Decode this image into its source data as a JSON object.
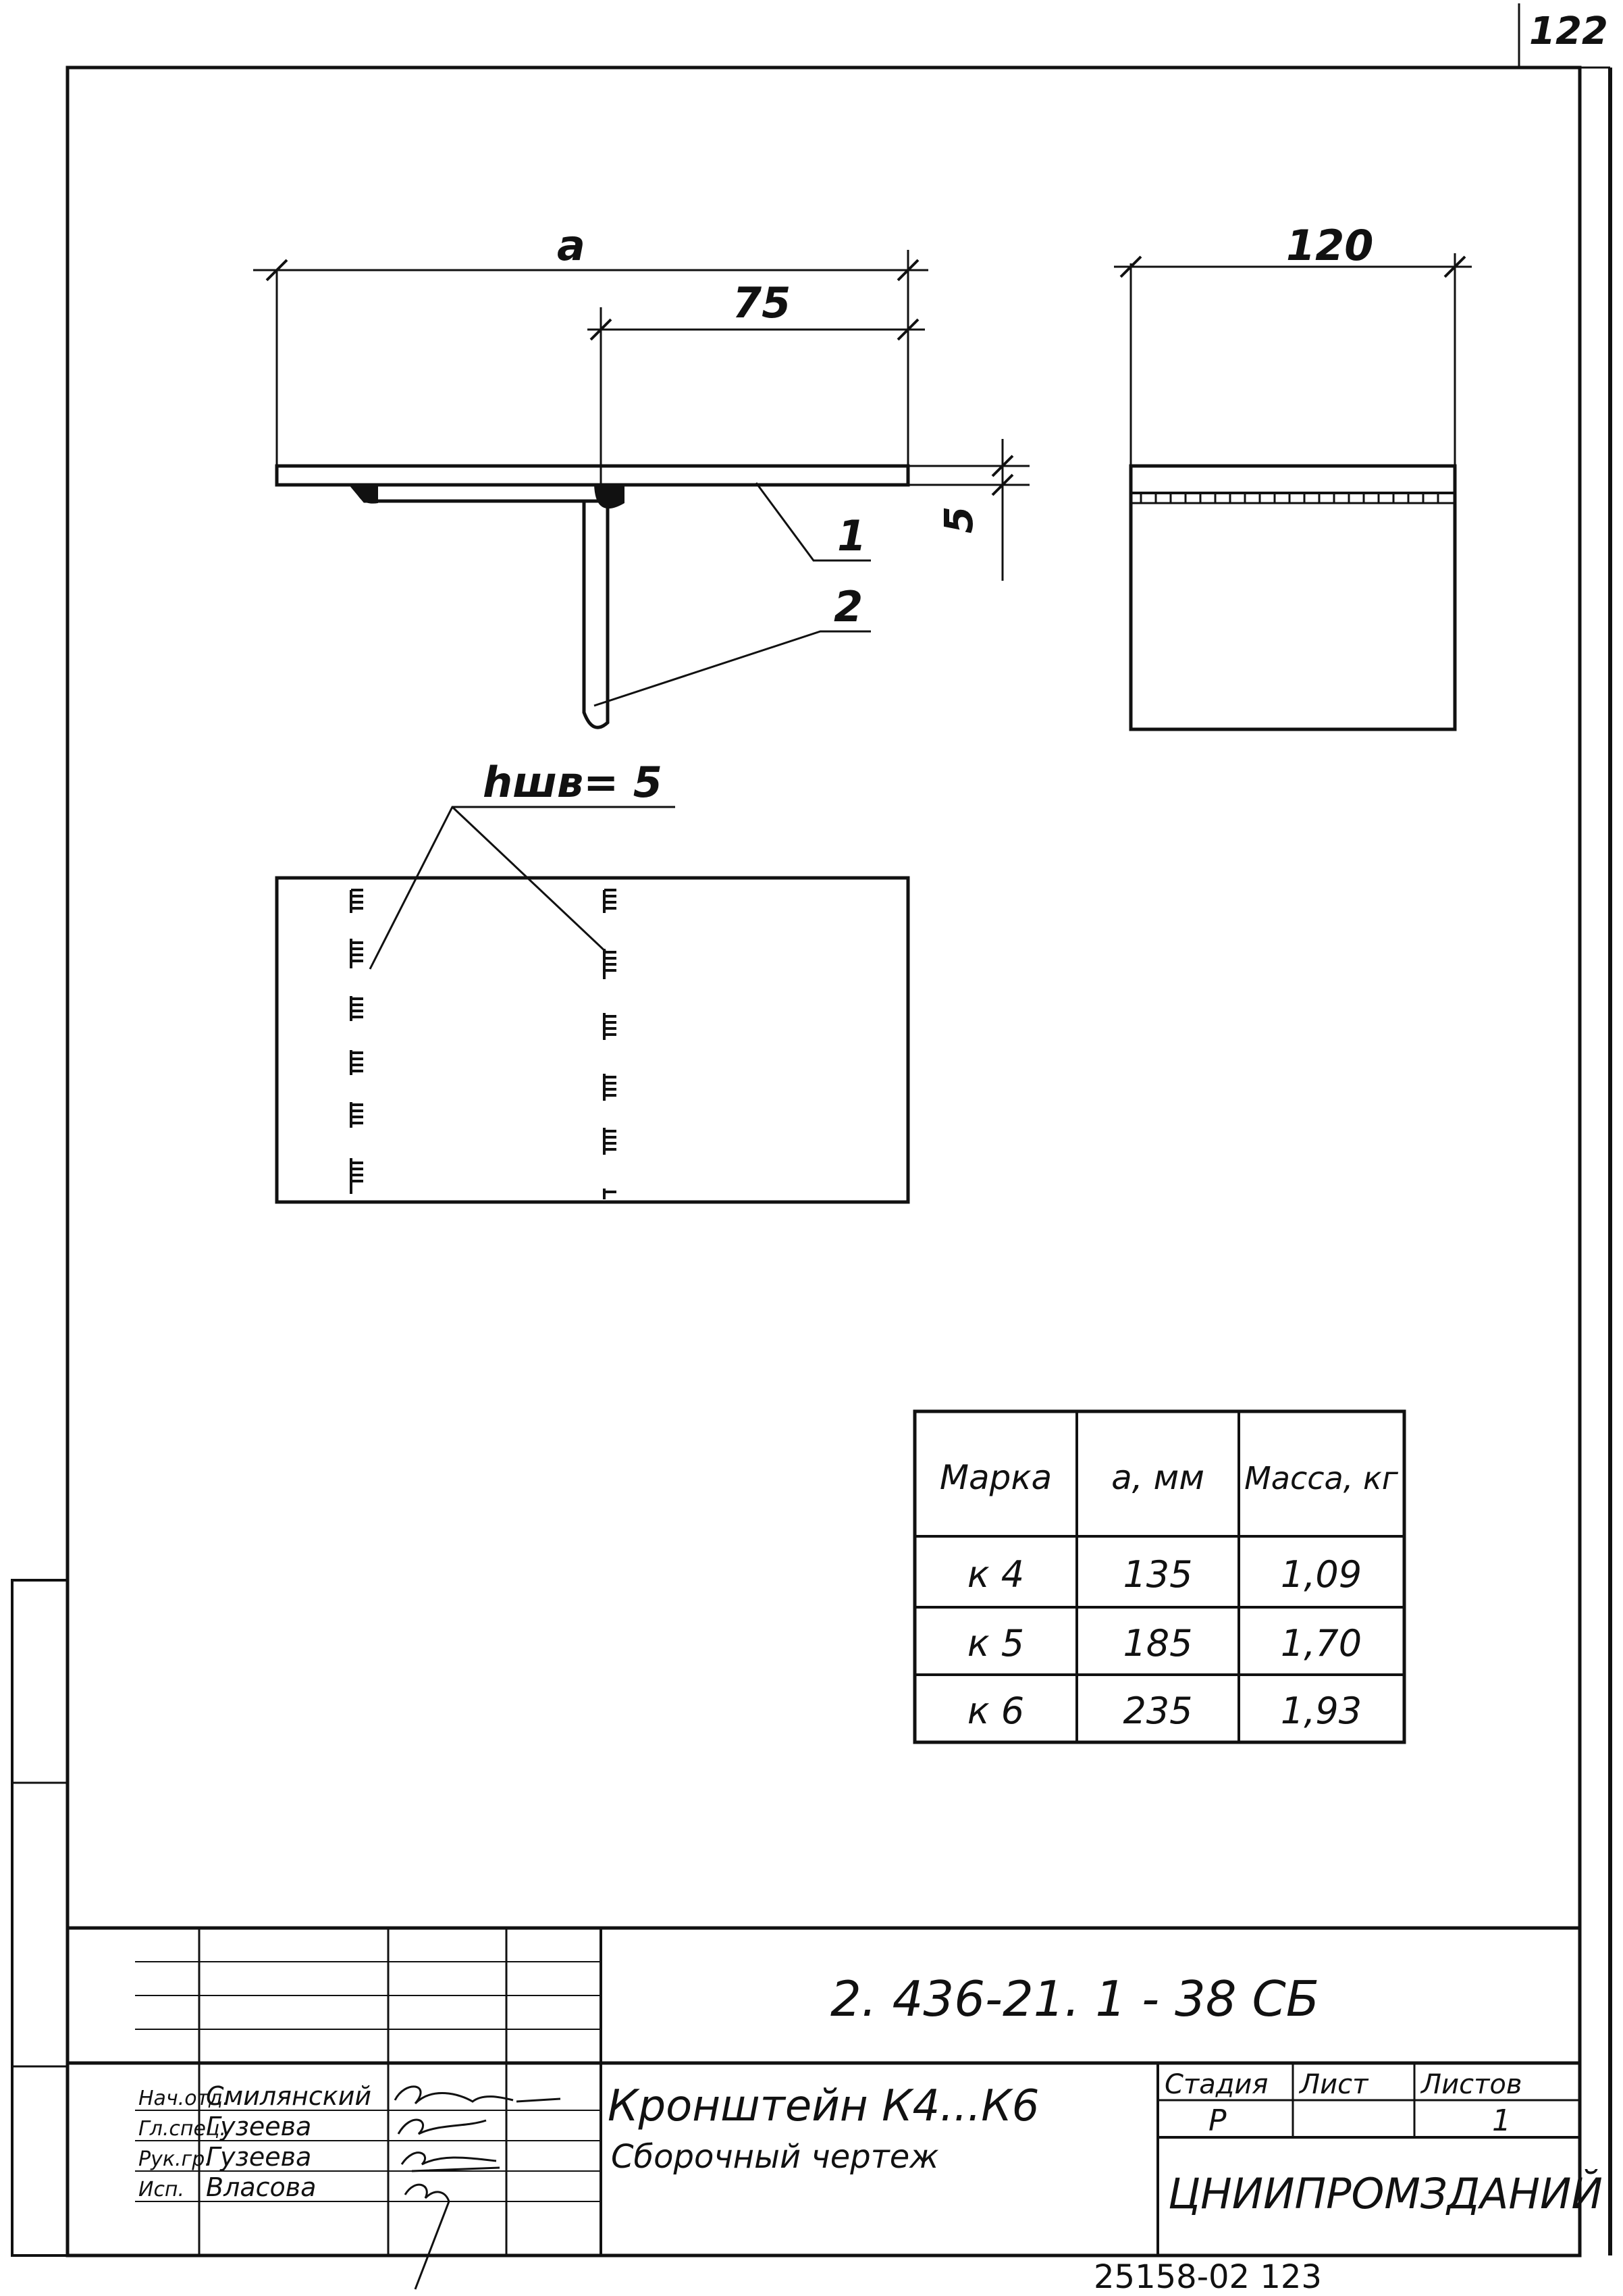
{
  "sheet": {
    "corner_number": "122",
    "bottom_number": "25158-02   123"
  },
  "dimensions": {
    "total": "a",
    "offset": "75",
    "thickness": "5",
    "width": "120"
  },
  "parts": {
    "plate": "1",
    "angle": "2"
  },
  "weld_note": "hшв= 5",
  "table": {
    "headers": [
      "Марка",
      "a, мм",
      "Масса, кг"
    ],
    "rows": [
      [
        "к 4",
        "135",
        "1,09"
      ],
      [
        "к 5",
        "185",
        "1,70"
      ],
      [
        "к 6",
        "235",
        "1,93"
      ]
    ]
  },
  "title_block": {
    "doc_code": "2. 436-21. 1 - 38 СБ",
    "title": "Кронштейн  К4...К6",
    "subtitle": "Сборочный  чертеж",
    "stage_label": "Стадия",
    "sheet_label": "Лист",
    "sheets_label": "Листов",
    "stage": "Р",
    "sheet": "",
    "sheets": "1",
    "organization": "ЦНИИПРОМЗДАНИЙ",
    "signers": [
      {
        "role": "Нач.отд.",
        "name": "Смилянский"
      },
      {
        "role": "Гл.спец.",
        "name": "Гузеева"
      },
      {
        "role": "Рук.гр.",
        "name": "Гузеева"
      },
      {
        "role": "Исп.",
        "name": "Власова"
      }
    ]
  }
}
